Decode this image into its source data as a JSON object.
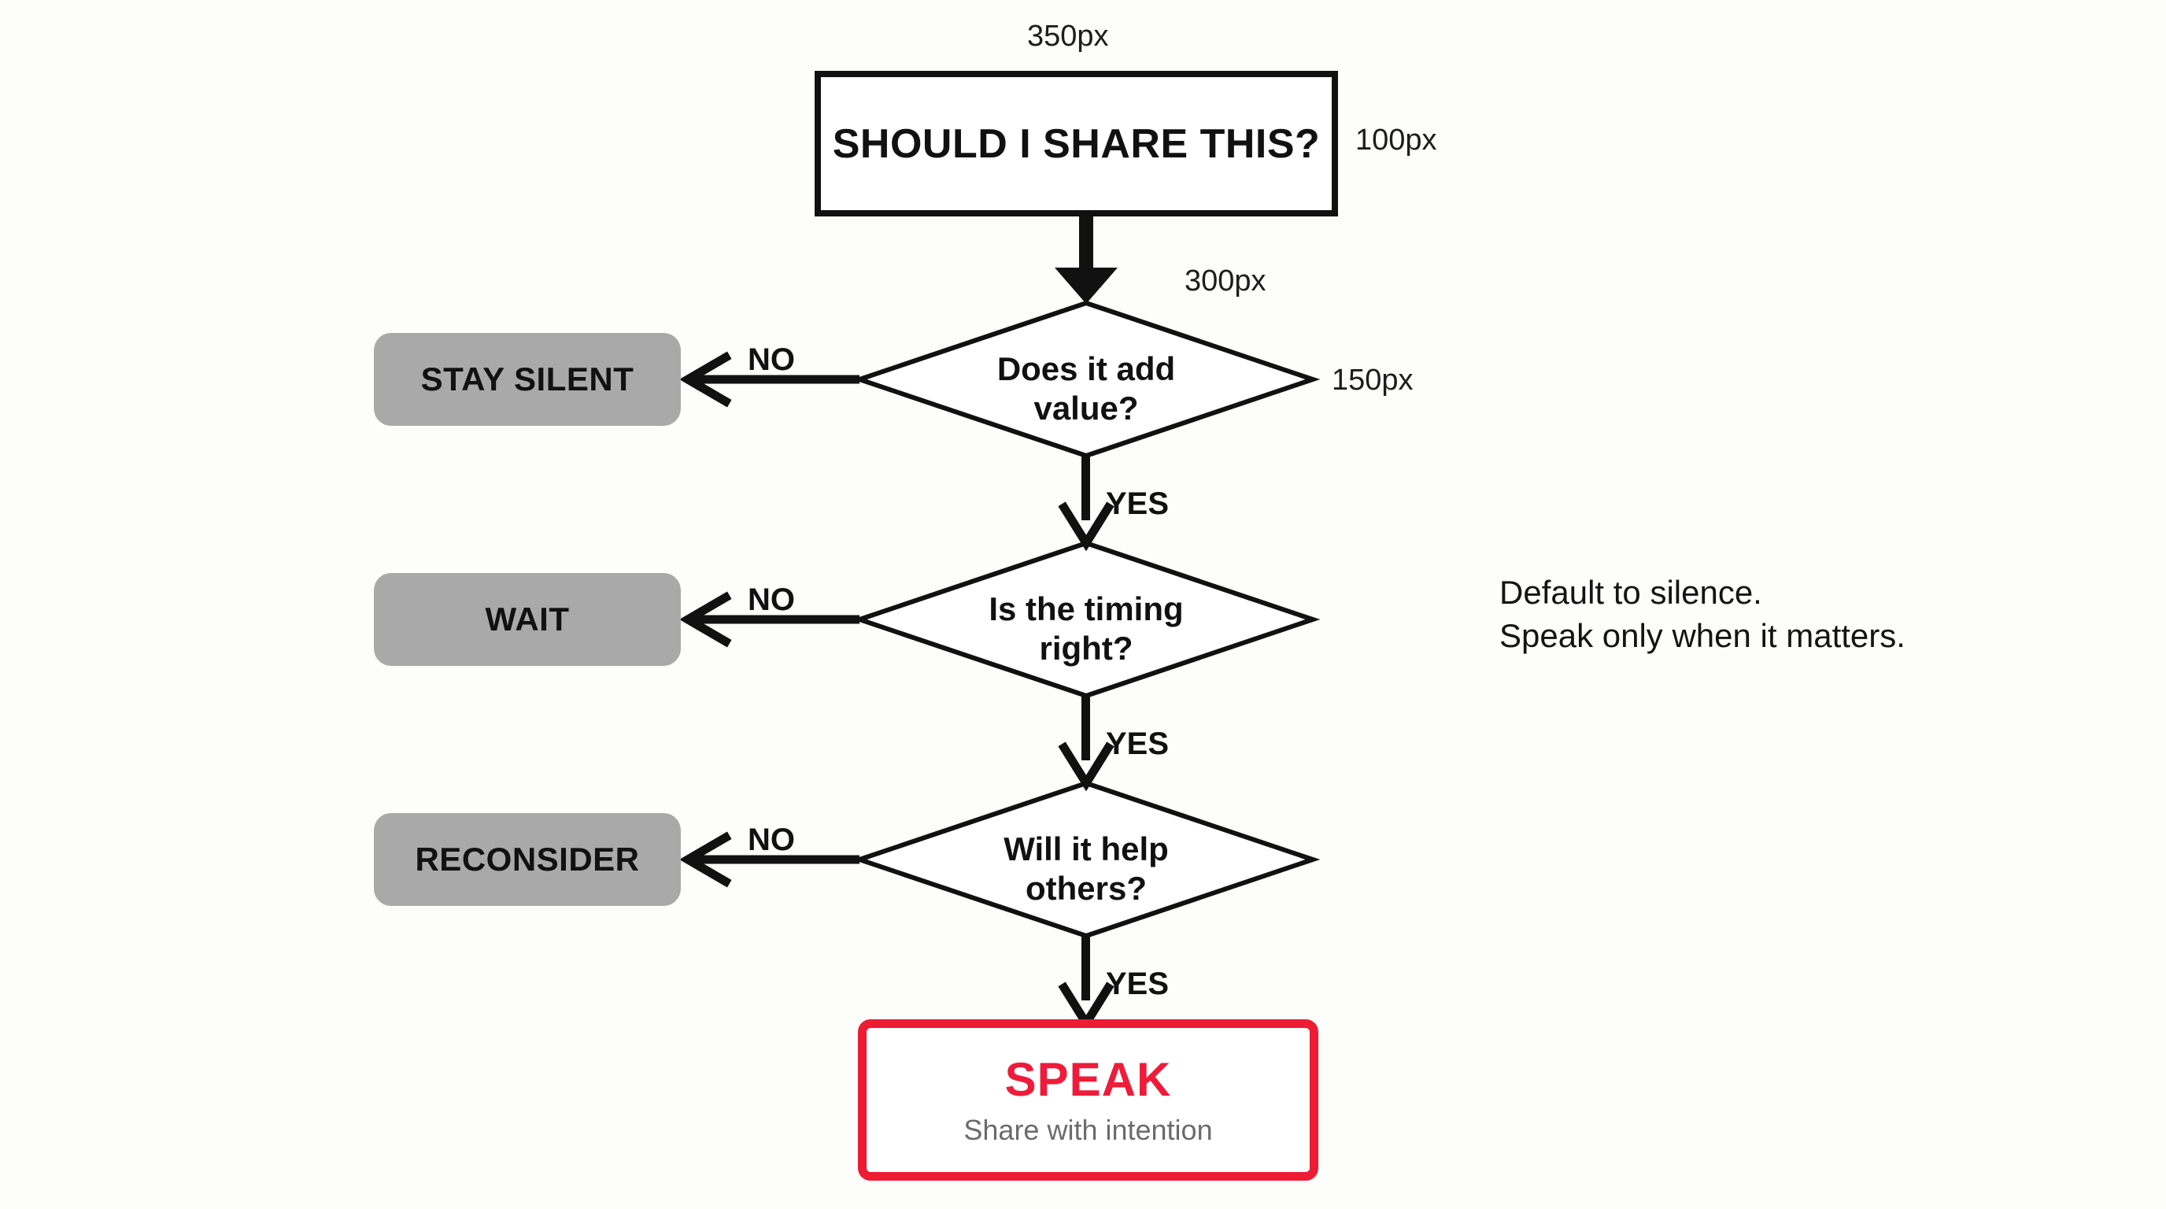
{
  "diagram": {
    "type": "flowchart",
    "title": "Should I Share This? decision flowchart",
    "background_color": "#fdfdfb",
    "start": {
      "label": "SHOULD I SHARE THIS?",
      "shape": "rectangle",
      "border_color": "#111111",
      "fill_color": "#ffffff"
    },
    "decisions": [
      {
        "id": "value",
        "line1": "Does it add",
        "line2": "value?",
        "shape": "diamond",
        "no_label": "NO",
        "yes_label": "YES",
        "no_target": "STAY SILENT"
      },
      {
        "id": "timing",
        "line1": "Is the timing",
        "line2": "right?",
        "shape": "diamond",
        "no_label": "NO",
        "yes_label": "YES",
        "no_target": "WAIT"
      },
      {
        "id": "help",
        "line1": "Will it help",
        "line2": "others?",
        "shape": "diamond",
        "no_label": "NO",
        "yes_label": "YES",
        "no_target": "RECONSIDER"
      }
    ],
    "outcomes": [
      {
        "id": "stay-silent",
        "label": "STAY SILENT",
        "fill_color": "#a9a9a9"
      },
      {
        "id": "wait",
        "label": "WAIT",
        "fill_color": "#a9a9a9"
      },
      {
        "id": "reconsider",
        "label": "RECONSIDER",
        "fill_color": "#a9a9a9"
      }
    ],
    "final": {
      "title": "SPEAK",
      "subtitle": "Share with intention",
      "border_color": "#ed1b34",
      "title_color": "#ee1c3a",
      "subtitle_color": "#6b6b6b"
    },
    "dimension_annotations": [
      {
        "id": "start-width",
        "value": "350px"
      },
      {
        "id": "start-height",
        "value": "100px"
      },
      {
        "id": "diamond-width",
        "value": "300px"
      },
      {
        "id": "diamond-height",
        "value": "150px"
      }
    ],
    "caption": {
      "line1": "Default to silence.",
      "line2": "Speak only when it matters."
    }
  }
}
